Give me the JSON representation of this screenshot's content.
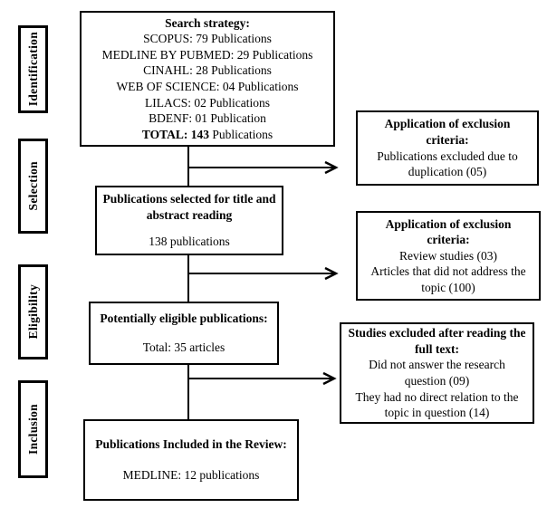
{
  "diagram": {
    "stages": [
      {
        "label": "Identification"
      },
      {
        "label": "Selection"
      },
      {
        "label": "Eligibility"
      },
      {
        "label": "Inclusion"
      }
    ],
    "flow_boxes": {
      "search_strategy": {
        "title": "Search strategy:",
        "lines": [
          "SCOPUS: 79 Publications",
          "MEDLINE BY PUBMED: 29 Publications",
          "CINAHL: 28 Publications",
          "WEB OF SCIENCE: 04 Publications",
          "LILACS: 02 Publications",
          "BDENF: 01 Publication"
        ],
        "total_bold": "TOTAL: 143",
        "total_rest": " Publications"
      },
      "title_abstract": {
        "title": "Publications selected for title and abstract reading",
        "body": "138 publications"
      },
      "eligible": {
        "title": "Potentially eligible publications:",
        "body": "Total: 35 articles"
      },
      "included": {
        "title": "Publications Included in the Review:",
        "body": "MEDLINE: 12 publications"
      }
    },
    "exclusion_boxes": [
      {
        "title": "Application of exclusion criteria:",
        "lines": [
          "Publications excluded due to duplication (05)"
        ]
      },
      {
        "title": "Application of exclusion criteria:",
        "lines": [
          "Review studies (03)",
          "Articles that did not address the topic (100)"
        ]
      },
      {
        "title": "Studies excluded after reading the full text:",
        "lines": [
          "Did not answer the research question (09)",
          "They had no direct relation to the topic in question (14)"
        ]
      }
    ],
    "colors": {
      "border": "#000000",
      "background": "#ffffff",
      "text": "#000000"
    }
  }
}
